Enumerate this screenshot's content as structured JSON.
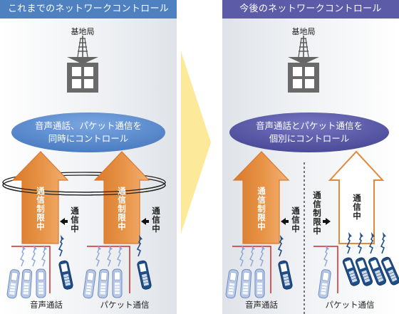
{
  "left_panel": {
    "header": "これまでのネットワークコントロール",
    "header_color": "#4f80c0",
    "station_label": "基地局",
    "ellipse_line1": "音声通話、パケット通信を",
    "ellipse_line2": "同時にコントロール",
    "ellipse_color": "#5b8ed0",
    "arrow1_label": "通信制限中",
    "arrow2_label": "通信制限中",
    "side1_label": "通信中",
    "side2_label": "通信中",
    "caption_voice": "音声通話",
    "caption_packet": "パケット通信"
  },
  "right_panel": {
    "header": "今後のネットワークコントロール",
    "header_color": "#5b5ba8",
    "station_label": "基地局",
    "ellipse_line1": "音声通話とパケット通信を",
    "ellipse_line2": "個別にコントロール",
    "ellipse_color": "#5a5aa8",
    "arrow1_label": "通信制限中",
    "arrow2_label": "通信中",
    "side1_label": "通信中",
    "side2_label": "通信制限中",
    "caption_voice": "音声通話",
    "caption_packet": "パケット通信"
  },
  "colors": {
    "orange": "#e08a3c",
    "orange_light": "#f4c48f",
    "transition_arrow": "#fde99a",
    "building": "#6a6a6a",
    "phone_light": "#9fb6de",
    "phone_dark": "#1f4f8a",
    "red_line": "#d02a2a"
  },
  "icons": [
    "base-station-icon",
    "mobile-phone-icon",
    "signal-icon",
    "transition-arrow-icon"
  ]
}
